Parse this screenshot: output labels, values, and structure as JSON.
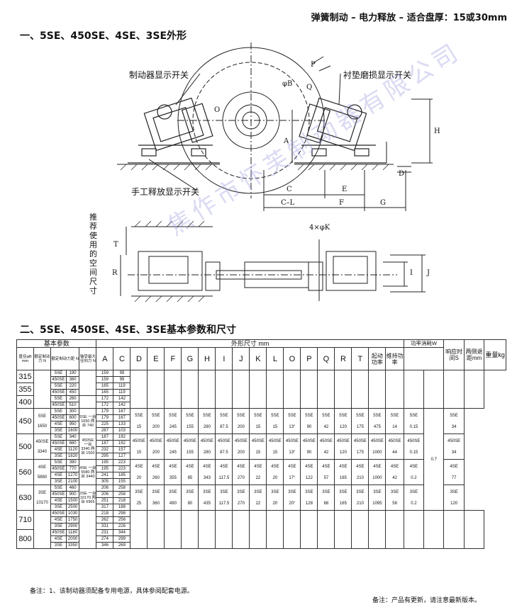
{
  "header": {
    "title": "弹簧制动 – 电力释放 – 适合盘厚：15或30mm"
  },
  "section1": {
    "title": "一、5SE、450SE、4SE、3SE外形"
  },
  "section2": {
    "title": "二、5SE、450SE、4SE、3SE基本参数和尺寸"
  },
  "drawing": {
    "callouts": {
      "brake_display_switch": "制动器显示开关",
      "lining_wear_switch": "衬垫磨损显示开关",
      "manual_release_switch": "手工释放显示开关",
      "recommended_space": "推荐使用的空间尺寸"
    },
    "dims": {
      "B": "φB",
      "P": "P",
      "Q": "Q",
      "O": "O",
      "A": "A",
      "H": "H",
      "D": "D",
      "C": "C",
      "E": "E",
      "CL": "C–L",
      "F": "F",
      "G": "G",
      "K": "4×φK",
      "T": "T",
      "R": "R",
      "I": "I",
      "J": "J"
    }
  },
  "table": {
    "group_basic": "基本参数",
    "group_dims": "外形尺寸 mm",
    "group_power": "功率消耗W",
    "h_disc": "盘径φB mm",
    "h_rated_torque": "额定制动力 N",
    "h_rated_force": "额定制动力距 N",
    "h_axial_force": "轴受最大径向力 N",
    "h_A": "A",
    "h_C": "C",
    "h_D": "D",
    "h_E": "E",
    "h_F": "F",
    "h_G": "G",
    "h_H": "H",
    "h_I": "I",
    "h_J": "J",
    "h_K": "K",
    "h_L": "L",
    "h_O": "O",
    "h_P": "P",
    "h_Q": "Q",
    "h_R": "R",
    "h_T": "T",
    "h_start": "起动功率",
    "h_hold": "维持功率",
    "h_response": "响应时间S",
    "h_gap": "两侧退距mm",
    "h_weight": "重量kg",
    "disc": [
      "315",
      "355",
      "400",
      "450",
      "500",
      "560",
      "630",
      "710",
      "800"
    ],
    "types_force": [
      [
        "5SE",
        "190"
      ],
      [
        "450SE",
        "380"
      ],
      [
        "5SE",
        "220"
      ],
      [
        "450SE",
        "450"
      ],
      [
        "5SE",
        "260"
      ],
      [
        "450SE",
        "510"
      ],
      [
        "5SE",
        "300"
      ],
      [
        "450SE",
        "600"
      ],
      [
        "4SE",
        "950"
      ],
      [
        "3SE",
        "1600"
      ],
      [
        "5SE",
        "340"
      ],
      [
        "450SE",
        "680"
      ],
      [
        "4SE",
        "1120"
      ],
      [
        "3SE",
        "1820"
      ],
      [
        "5SE",
        "390"
      ],
      [
        "450SE",
        "770"
      ],
      [
        "4SE",
        "1270"
      ],
      [
        "3SE",
        "2100"
      ],
      [
        "5SE",
        "460"
      ],
      [
        "450SE",
        "900"
      ],
      [
        "4SE",
        "1500"
      ],
      [
        "3SE",
        "2500"
      ],
      [
        "450SE",
        "1030"
      ],
      [
        "4SE",
        "1750"
      ],
      [
        "3SE",
        "2900"
      ],
      [
        "450SE",
        "1180"
      ],
      [
        "4SE",
        "2000"
      ],
      [
        "3SE",
        "3350"
      ]
    ],
    "AC": [
      [
        "159",
        "99"
      ],
      [
        "159",
        "99"
      ],
      [
        "165",
        "119"
      ],
      [
        "165",
        "119"
      ],
      [
        "172",
        "142"
      ],
      [
        "172",
        "142"
      ],
      [
        "179",
        "167"
      ],
      [
        "179",
        "167"
      ],
      [
        "225",
        "133"
      ],
      [
        "287",
        "103"
      ],
      [
        "187",
        "192"
      ],
      [
        "187",
        "192"
      ],
      [
        "232",
        "157"
      ],
      [
        "295",
        "127"
      ],
      [
        "195",
        "223"
      ],
      [
        "195",
        "223"
      ],
      [
        "241",
        "185"
      ],
      [
        "305",
        "155"
      ],
      [
        "206",
        "258"
      ],
      [
        "206",
        "258"
      ],
      [
        "251",
        "218"
      ],
      [
        "317",
        "188"
      ],
      [
        "218",
        "298"
      ],
      [
        "262",
        "256"
      ],
      [
        "331",
        "226"
      ],
      [
        "231",
        "344"
      ],
      [
        "274",
        "299"
      ],
      [
        "346",
        "269"
      ]
    ],
    "torque_blocks": [
      {
        "t": "5SE",
        "v": "1650"
      },
      {
        "t": "450SE",
        "v": "3340"
      },
      {
        "t": "4SE",
        "v": "5880"
      },
      {
        "t": "3SE",
        "v": "10170"
      }
    ],
    "axial_blocks": [
      {
        "t": "5SE",
        "v": "一台 1650 两台 740"
      },
      {
        "t": "450SE",
        "v": "一台 3340 两台 1500"
      },
      {
        "t": "4SE",
        "v": "一台 5580 两台 3440"
      },
      {
        "t": "3SE",
        "v": "一台 10170 两台 6965"
      }
    ],
    "dim_rows": [
      {
        "t": "5SE",
        "v": [
          "15",
          "200",
          "245",
          "155",
          "280",
          "87.5",
          "200",
          "15",
          "15",
          "13°",
          "90",
          "42",
          "120",
          "175",
          "475",
          "14",
          "0.15",
          "34"
        ]
      },
      {
        "t": "450SE",
        "v": [
          "15",
          "200",
          "245",
          "155",
          "280",
          "87.5",
          "200",
          "15",
          "15",
          "13°",
          "90",
          "42",
          "120",
          "175",
          "1000",
          "44",
          "0.15",
          "34"
        ]
      },
      {
        "t": "4SE",
        "v": [
          "20",
          "260",
          "355",
          "85",
          "343",
          "117.5",
          "270",
          "22",
          "20",
          "17°",
          "122",
          "57",
          "165",
          "210",
          "1000",
          "42",
          "0.2",
          "77"
        ]
      },
      {
        "t": "3SE",
        "v": [
          "25",
          "360",
          "490",
          "80",
          "435",
          "117.5",
          "270",
          "22",
          "20",
          "20°",
          "128",
          "68",
          "165",
          "210",
          "1095",
          "58",
          "0.2",
          "120"
        ]
      }
    ],
    "gap_value": "0.7"
  },
  "notes": {
    "left": "备注：1、该制动器须配备专用电源，具体参阅配套电源。",
    "right": "备注：产品有更新，请注意最新版本。"
  },
  "watermark": "焦作市怀芙制动器有限公司"
}
